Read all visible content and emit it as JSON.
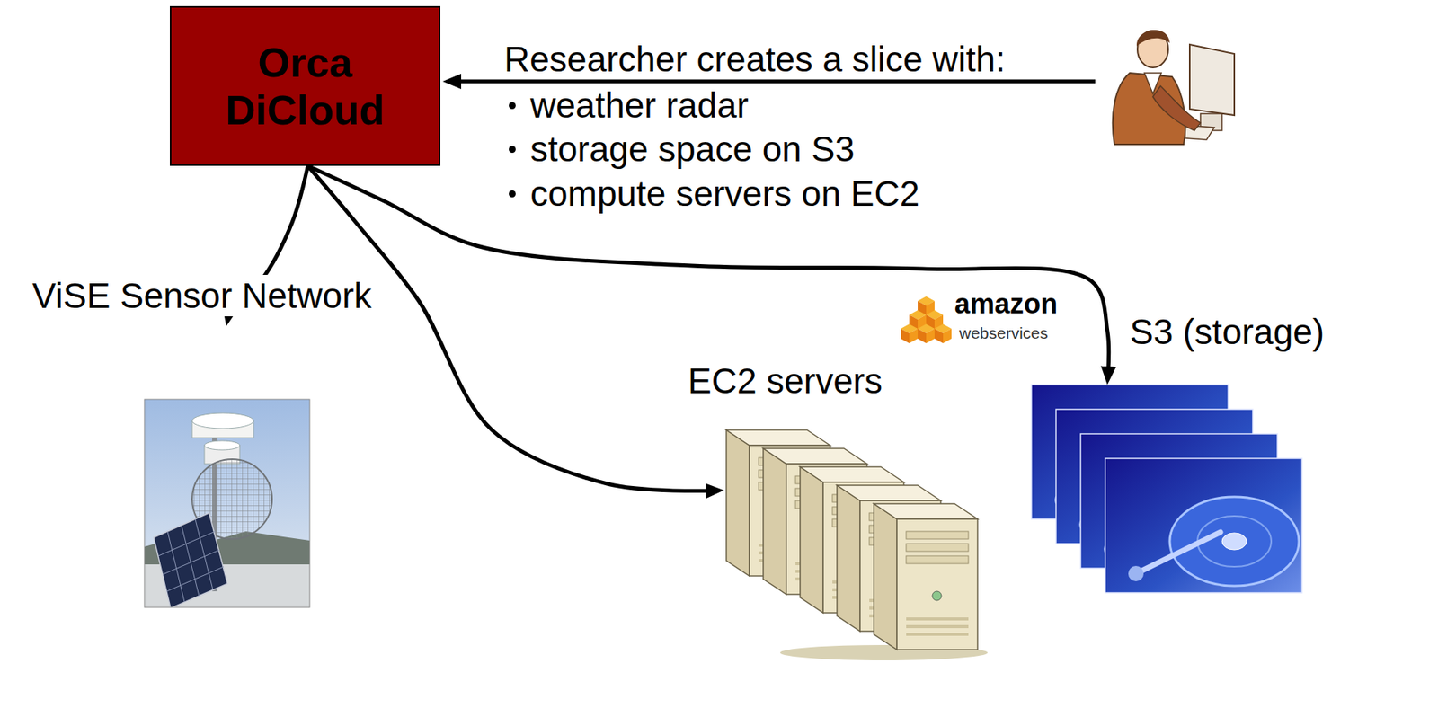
{
  "diagram": {
    "nodes": [
      {
        "text": [
          "Orca DiCloud"
        ]
      },
      {
        "text": [
          "ViSE Sensor Network"
        ]
      },
      {
        "text": [
          "amazon",
          "webservices"
        ]
      },
      {
        "text": [
          "EC2 servers"
        ],
        "in": 2
      },
      {
        "text": [
          "S3 (storage)"
        ],
        "in": 2
      }
    ],
    "edges": [
      {
        "from": 0,
        "to": 1,
        "arrow": "to"
      },
      {
        "from": 0,
        "to": 3,
        "arrow": "to"
      },
      {
        "from": 0,
        "to": 4,
        "arrow": "to"
      }
    ],
    "labels": [
      "Researcher creates a slice with:",
      "weather radar",
      "storage space on S3",
      "compute servers on EC2"
    ]
  }
}
